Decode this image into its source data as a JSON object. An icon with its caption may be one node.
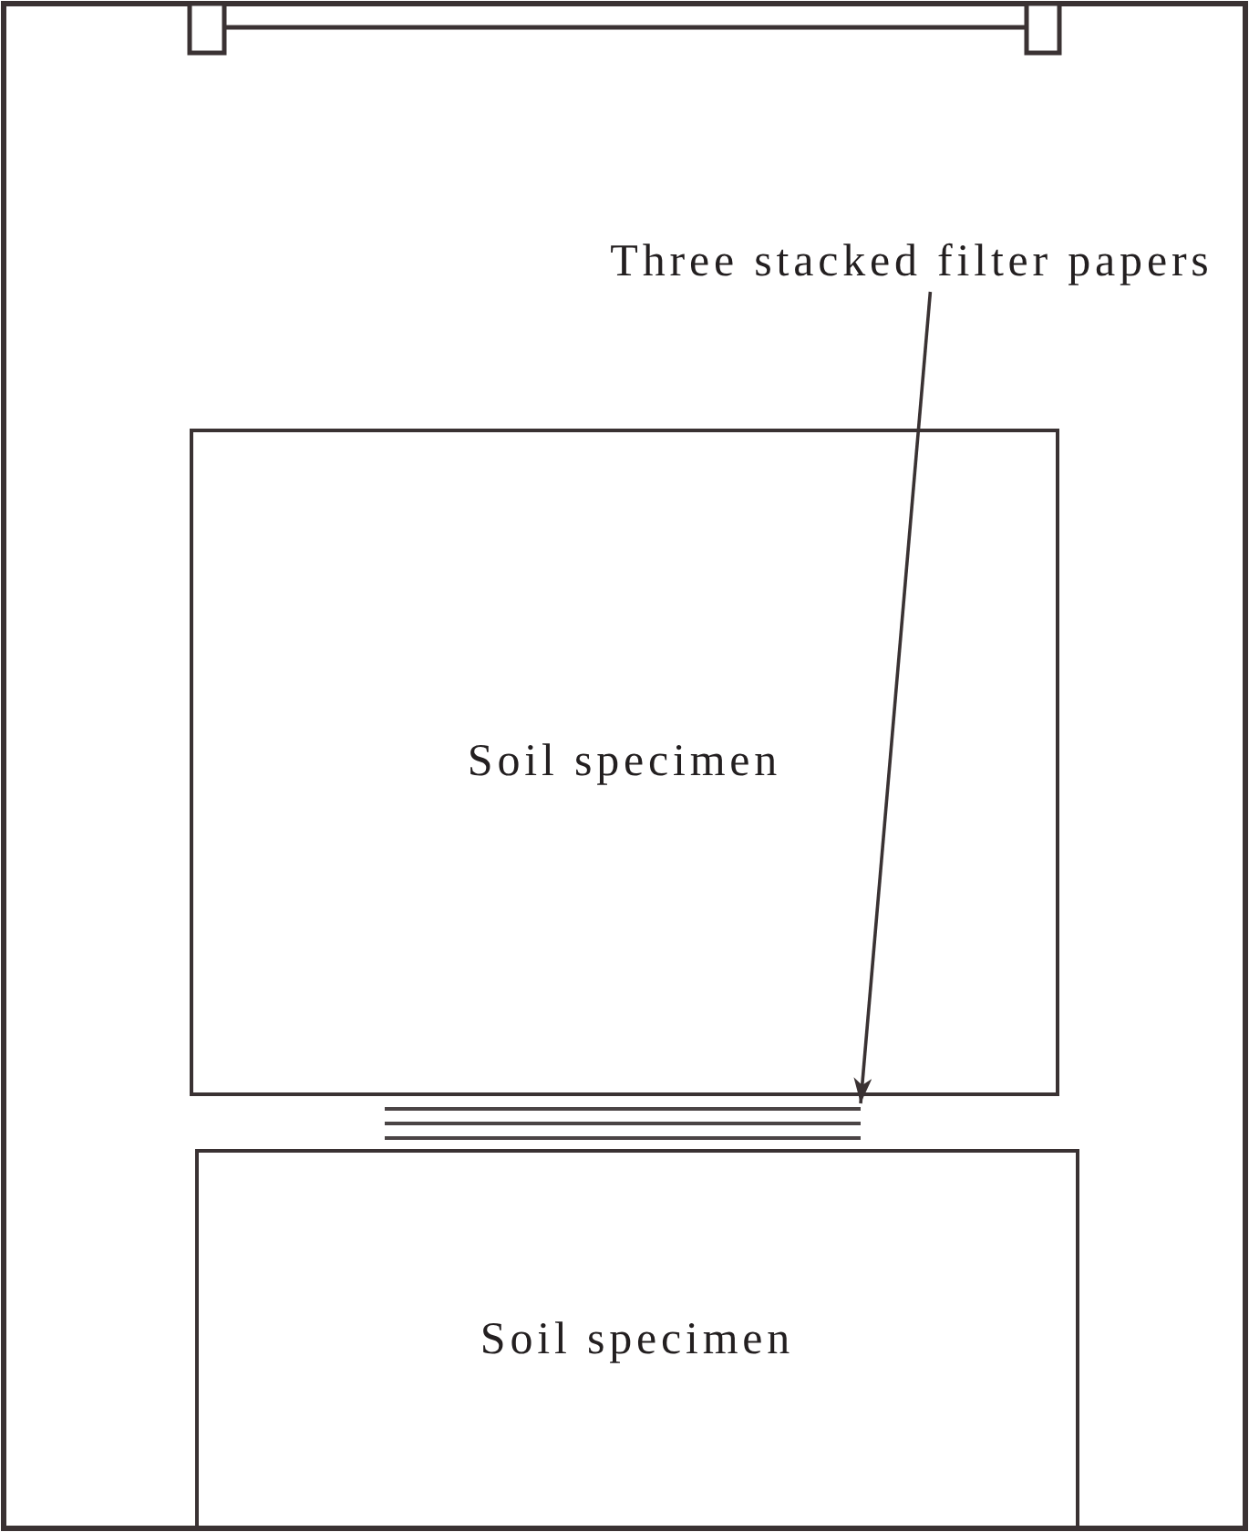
{
  "diagram": {
    "nodes": [
      {
        "text": [
          "Three stacked filter papers"
        ]
      },
      {
        "text": [
          "Soil specimen"
        ]
      },
      {
        "text": [],
        "shape": "bar"
      },
      {
        "text": [
          "Soil specimen"
        ]
      }
    ],
    "edges": [
      {
        "from": 0,
        "to": 2,
        "arrow": "to"
      }
    ]
  }
}
